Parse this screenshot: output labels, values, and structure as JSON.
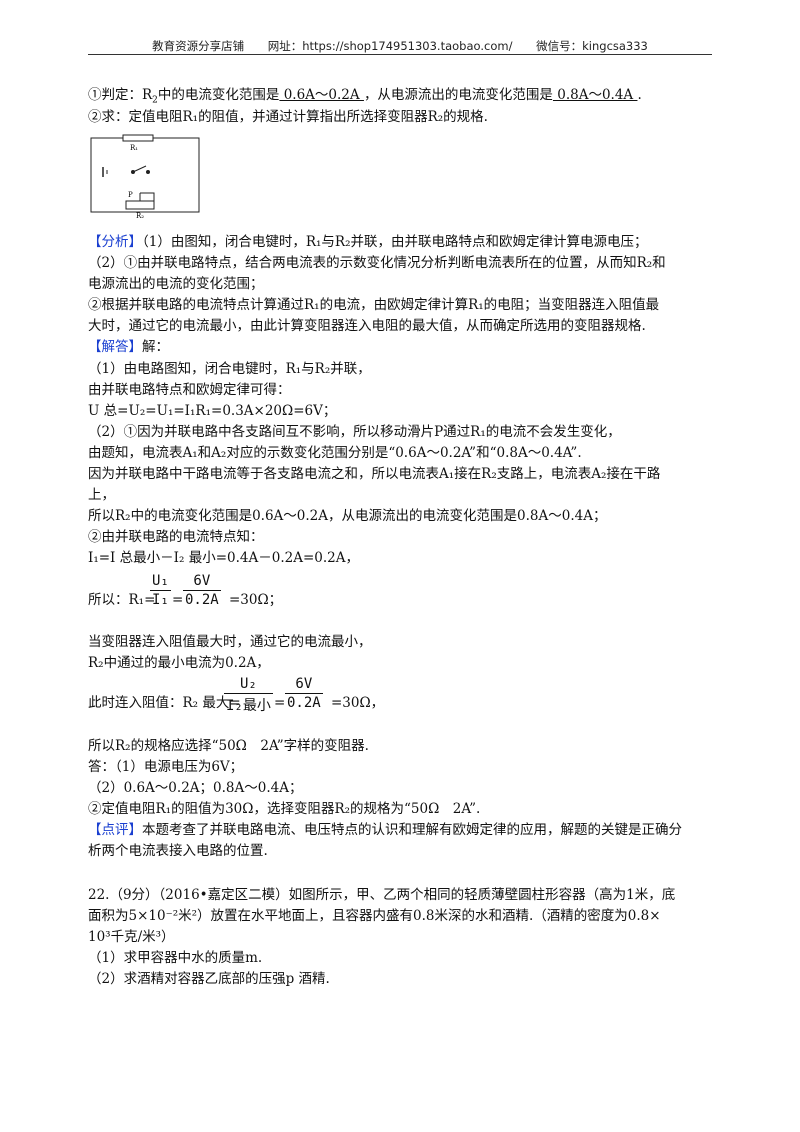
{
  "header": {
    "shop": "教育资源分享店铺",
    "url": "网址：https://shop174951303.taobao.com/",
    "wechat": "微信号：kingcsa333"
  },
  "q1": {
    "prefix": "①判定：R",
    "sub2": "2",
    "mid1": "中的电流变化范围是",
    "blank1": "  0.6A～0.2A  ",
    "mid2": "，从电源流出的电流变化范围是",
    "blank2": "  0.8A～0.4A  ",
    "end": "."
  },
  "q2": "②求：定值电阻R₁的阻值，并通过计算指出所选择变阻器R₂的规格.",
  "circuit": {
    "r1": "R₁",
    "p": "P",
    "r2": "R₂"
  },
  "analysis": {
    "tag": "【分析】",
    "l1": "（1）由图知，闭合电键时，R₁与R₂并联，由并联电路特点和欧姆定律计算电源电压；",
    "l2": "（2）①由并联电路特点，结合两电流表的示数变化情况分析判断电流表所在的位置，从而知R₂和",
    "l3": "电源流出的电流的变化范围；",
    "l4": "②根据并联电路的电流特点计算通过R₁的电流，由欧姆定律计算R₁的电阻；当变阻器连入阻值最",
    "l5": "大时，通过它的电流最小，由此计算变阻器连入电阻的最大值，从而确定所选用的变阻器规格."
  },
  "solution": {
    "tag": "【解答】",
    "tag_rest": "解：",
    "l1": "（1）由电路图知，闭合电键时，R₁与R₂并联，",
    "l2": "由并联电路特点和欧姆定律可得：",
    "l3": "U 总=U₂=U₁=I₁R₁=0.3A×20Ω=6V；",
    "l4": "（2）①因为并联电路中各支路间互不影响，所以移动滑片P通过R₁的电流不会发生变化，",
    "l5": "由题知，电流表A₁和A₂对应的示数变化范围分别是“0.6A～0.2A”和“0.8A～0.4A”.",
    "l6": "因为并联电路中干路电流等于各支路电流之和，所以电流表A₁接在R₂支路上，电流表A₂接在干路",
    "l7": "上，",
    "l8": "所以R₂中的电流变化范围是0.6A～0.2A，从电源流出的电流变化范围是0.8A～0.4A；",
    "l9": "②由并联电路的电流特点知：",
    "l10": "I₁=I 总最小－I₂ 最小=0.4A－0.2A=0.2A，",
    "l11_pre": "所以：R₁=",
    "l11_num": "U₁",
    "l11_den": "I₁",
    "l11_mid": "=",
    "l11_num2": "6V",
    "l11_den2": "0.2A",
    "l11_end": "=30Ω；",
    "l12": "当变阻器连入阻值最大时，通过它的电流最小，",
    "l13": "R₂中通过的最小电流为0.2A，",
    "l14_pre": "此时连入阻值：R₂ 最大=",
    "l14_num": "U₂",
    "l14_den": "I₂最小",
    "l14_mid": "=",
    "l14_num2": "6V",
    "l14_den2": "0.2A",
    "l14_end": "=30Ω，",
    "l15": "所以R₂的规格应选择“50Ω　2A”字样的变阻器.",
    "a0": "答：（1）电源电压为6V；",
    "a1": "（2）0.6A～0.2A；0.8A～0.4A；",
    "a2": "②定值电阻R₁的阻值为30Ω，选择变阻器R₂的规格为“50Ω　2A”."
  },
  "comment": {
    "tag": "【点评】",
    "l1": "本题考查了并联电路电流、电压特点的认识和理解有欧姆定律的应用，解题的关键是正确分",
    "l2": "析两个电流表接入电路的位置."
  },
  "q22": {
    "l1": "22.（9分）（2016•嘉定区二模）如图所示，甲、乙两个相同的轻质薄壁圆柱形容器（高为1米，底",
    "l2": "面积为5×10⁻²米²）放置在水平地面上，且容器内盛有0.8米深的水和酒精.（酒精的密度为0.8×",
    "l3": "10³千克/米³）",
    "l4": "（1）求甲容器中水的质量m.",
    "l5": "（2）求酒精对容器乙底部的压强p 酒精."
  }
}
